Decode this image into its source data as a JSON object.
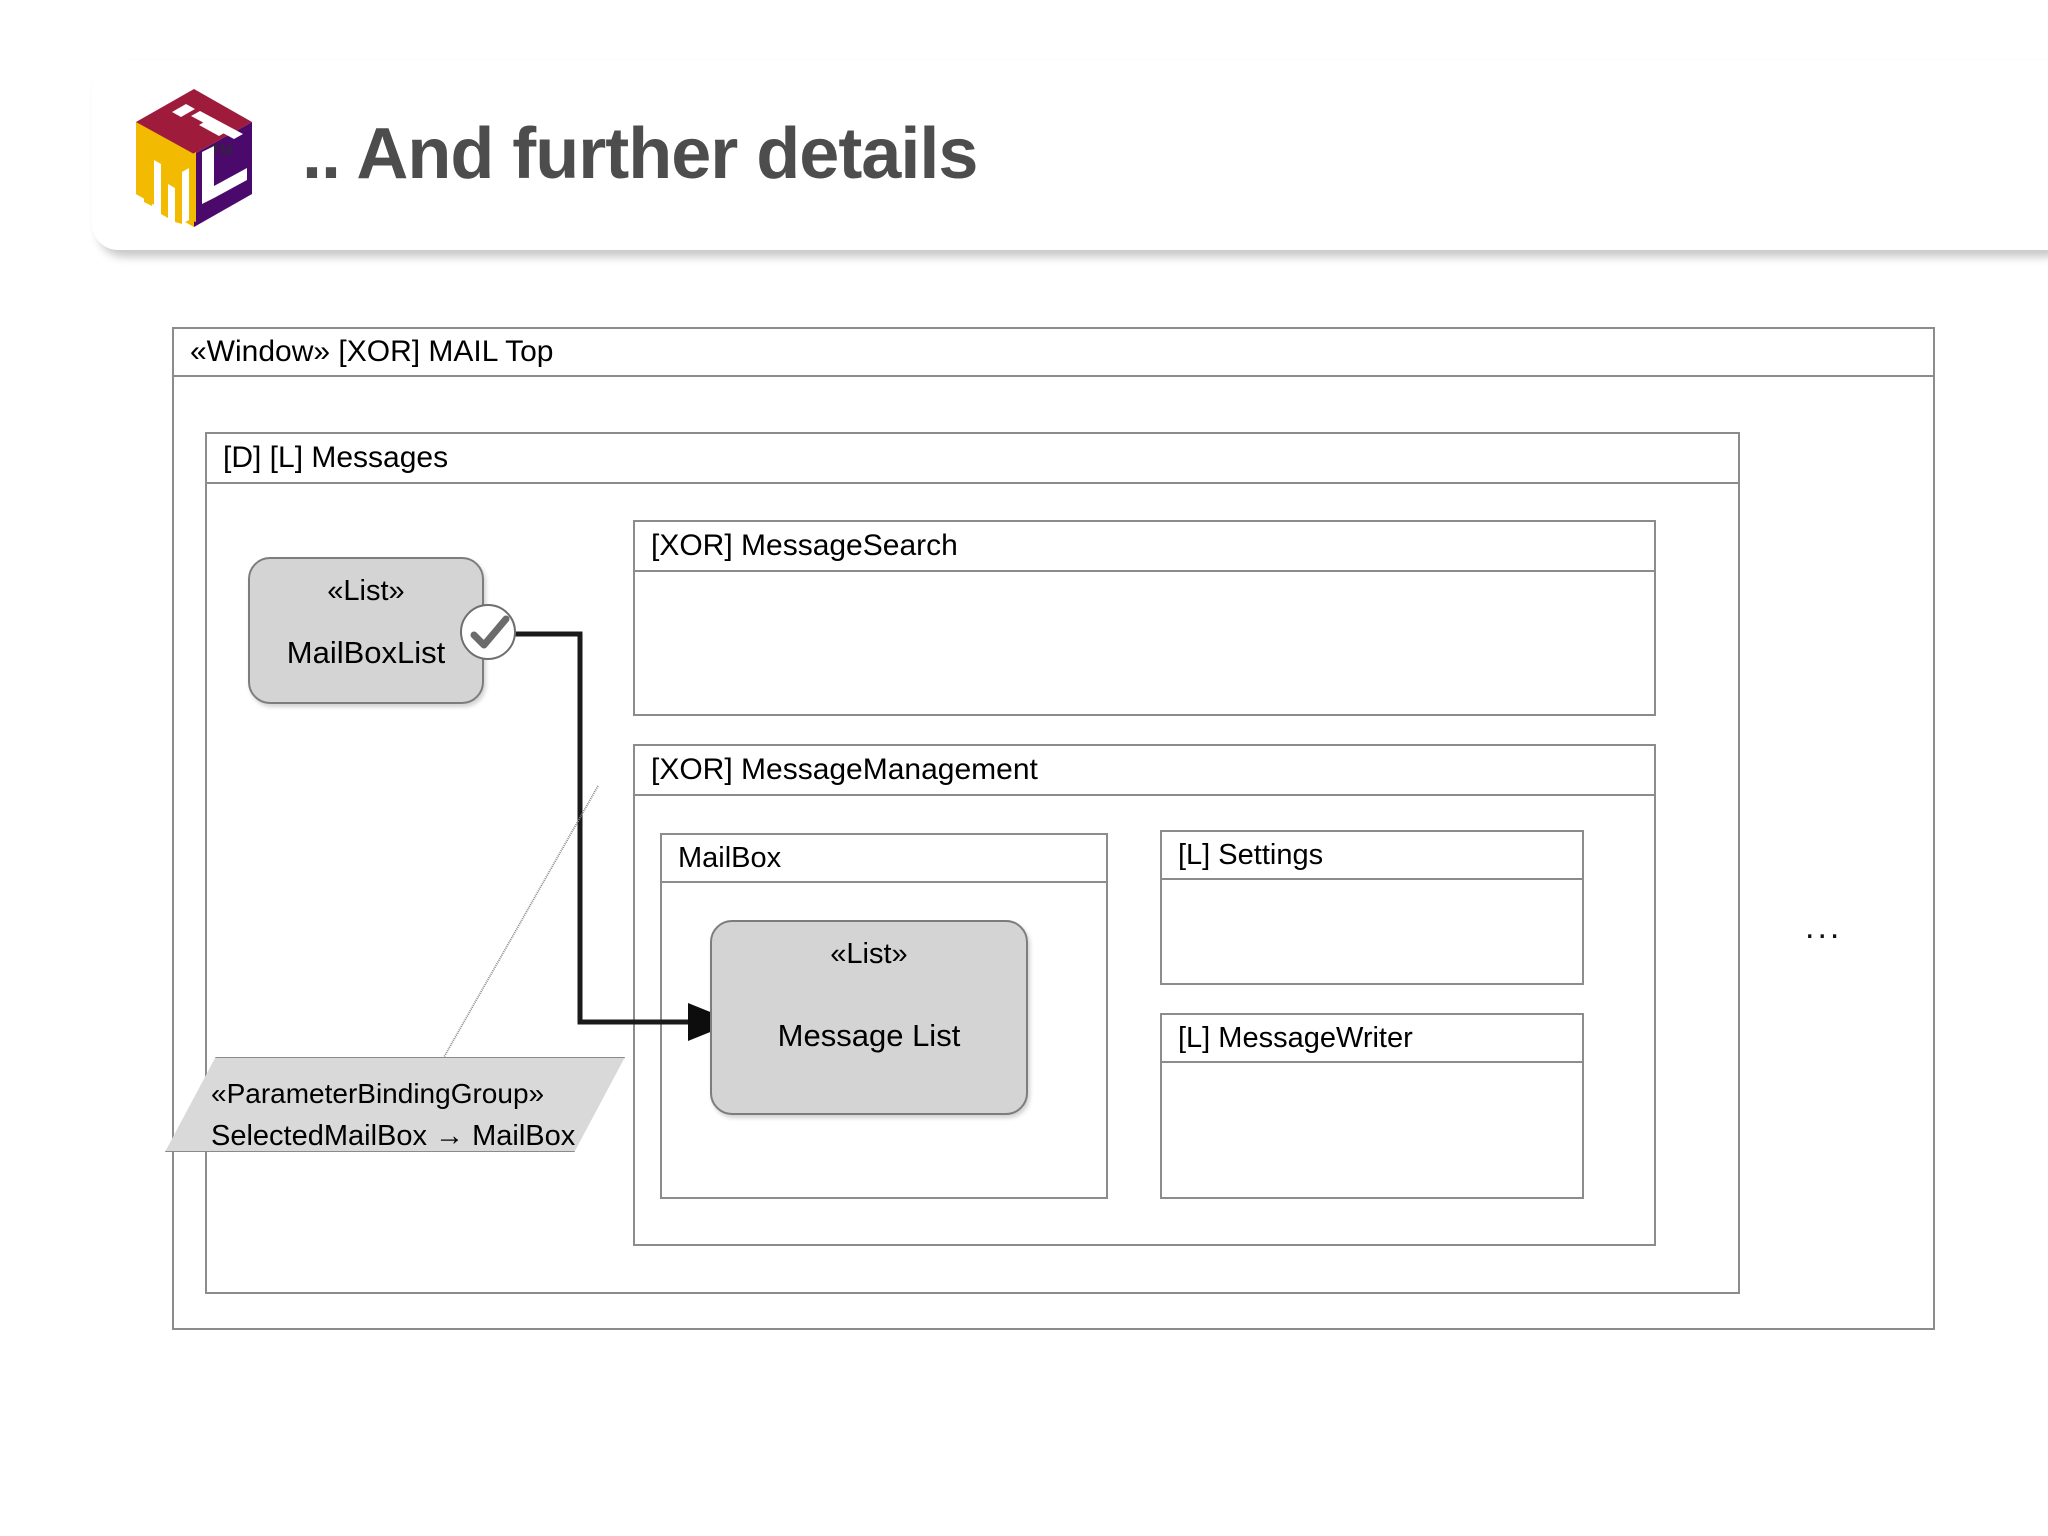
{
  "slide": {
    "title": ".. And further details",
    "logo": {
      "name": "IFML logo",
      "trademark": "TM",
      "colors": {
        "top_face": "#9e1b3c",
        "left_face": "#f2ba00",
        "right_face": "#4b0a6b"
      }
    }
  },
  "diagram": {
    "type": "IFML interaction flow model",
    "window": {
      "label": "«Window» [XOR] MAIL Top"
    },
    "messages_container": {
      "label": "[D] [L] Messages"
    },
    "mailboxlist_node": {
      "stereotype": "«List»",
      "name": "MailBoxList",
      "badge": "check-icon"
    },
    "message_search": {
      "label": "[XOR] MessageSearch"
    },
    "message_management": {
      "label": "[XOR] MessageManagement"
    },
    "mailbox": {
      "label": "MailBox"
    },
    "message_list_node": {
      "stereotype": "«List»",
      "name": "Message List"
    },
    "settings": {
      "label": "[L] Settings"
    },
    "message_writer": {
      "label": "[L] MessageWriter"
    },
    "parameter_binding_note": {
      "stereotype": "«ParameterBindingGroup»",
      "binding": "SelectedMailBox → MailBox"
    },
    "ellipsis": "...",
    "colors": {
      "border": "#8c8c8c",
      "node_fill": "#d4d4d4",
      "note_fill": "#d9d9d9",
      "connector": "#1a1a1a",
      "title_text": "#4d4d4d"
    }
  }
}
